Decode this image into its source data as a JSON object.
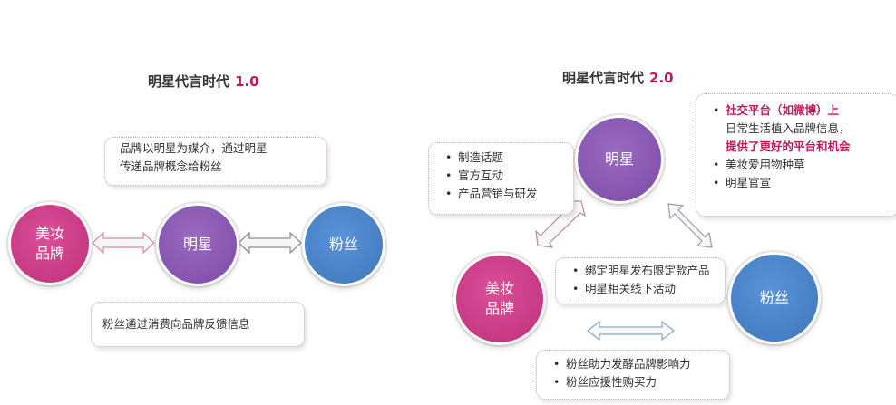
{
  "left": {
    "title": "明星代言时代",
    "version": "1.0",
    "brand": [
      "美妆",
      "品牌"
    ],
    "star": "明星",
    "fans": "粉丝",
    "top_note": [
      "品牌以明星为媒介，通过明星",
      "传递品牌概念给粉丝"
    ],
    "bottom_note": "粉丝通过消费向品牌反馈信息"
  },
  "right": {
    "title": "明星代言时代",
    "version": "2.0",
    "star": "明星",
    "brand": [
      "美妆",
      "品牌"
    ],
    "fans": "粉丝",
    "star_brand_box": [
      "制造话题",
      "官方互动",
      "产品营销与研发"
    ],
    "social_box": {
      "line1": "社交平台（如微博）上",
      "line2": "日常生活植入品牌信息，",
      "line3": "提供了更好的平台和机会",
      "items": [
        "美妆爱用物种草",
        "明星官宣"
      ]
    },
    "brand_fans_box": [
      "绑定明星发布限定款产品",
      "明星相关线下活动"
    ],
    "fans_box": [
      "粉丝助力发酵品牌影响力",
      "粉丝应援性购买力"
    ]
  },
  "colors": {
    "brand": "#c0307a",
    "star": "#7d4aa8",
    "fans": "#3f76bd",
    "accent": "#c2185b",
    "arrow_fill": "#f5f5f5",
    "arrow_stroke_pink": "#d48aa8",
    "arrow_stroke_blue": "#8aa6c8"
  }
}
